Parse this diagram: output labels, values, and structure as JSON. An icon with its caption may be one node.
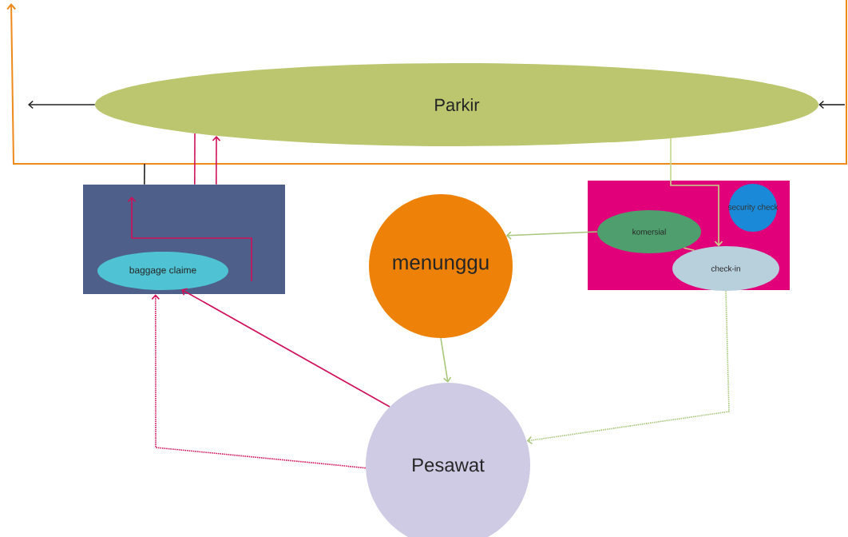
{
  "diagram": {
    "nodes": [
      {
        "text": [
          "Parkir"
        ]
      },
      {
        "text": [],
        "shape": "box"
      },
      {
        "text": [
          "baggage claime"
        ],
        "in": 1
      },
      {
        "text": [
          "menunggu"
        ]
      },
      {
        "text": [],
        "shape": "box"
      },
      {
        "text": [
          "komersial"
        ],
        "in": 4
      },
      {
        "text": [
          "security check"
        ],
        "in": 4
      },
      {
        "text": [
          "check-in"
        ],
        "in": 4
      },
      {
        "text": [
          "Pesawat"
        ]
      }
    ],
    "edges": [
      {
        "from": 0,
        "to": null,
        "arrow": "to",
        "color": "#222222"
      },
      {
        "from": null,
        "to": 0,
        "arrow": "to",
        "color": "#222222"
      },
      {
        "from": 1,
        "to": null,
        "arrow": "none",
        "color": "#222222"
      },
      {
        "from": 0,
        "to": 1,
        "arrow": "none",
        "color": "#d0105a"
      },
      {
        "from": 1,
        "to": 0,
        "arrow": "to",
        "color": "#d0105a"
      },
      {
        "from": 0,
        "to": 7,
        "arrow": "to",
        "color": "#c2d88a"
      },
      {
        "from": 5,
        "to": 7,
        "arrow": "none",
        "color": "#c2d88a"
      },
      {
        "from": 5,
        "to": 3,
        "arrow": "to",
        "color": "#a9c77a"
      },
      {
        "from": 3,
        "to": 8,
        "arrow": "to",
        "color": "#a9c77a"
      },
      {
        "from": 7,
        "to": 8,
        "arrow": "to",
        "style": "dashed",
        "color": "#a9c77a"
      },
      {
        "from": 8,
        "to": 2,
        "arrow": "to",
        "color": "#d0105a"
      },
      {
        "from": 8,
        "to": 1,
        "arrow": "to",
        "style": "dashed",
        "color": "#d0105a"
      }
    ]
  }
}
